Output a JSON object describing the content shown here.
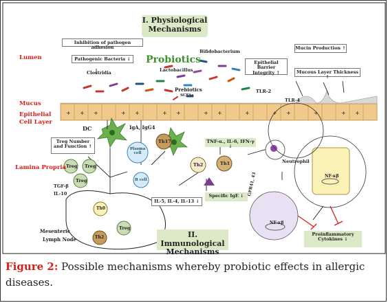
{
  "titles": {
    "physiological": "I. Physiological Mechanisms",
    "immunological": "II. Immunological Mechanisms"
  },
  "regions": {
    "lumen": "Lumen",
    "mucus": "Mucus",
    "epithelial": "Epithelial Cell Layer",
    "lamina": "Lamina Propria"
  },
  "boxes": {
    "inhibition": "Inhibition of pathogen adhesion",
    "pathogenic": "Pathogenic Bacteria ↓",
    "barrier": "Epithelial Barrier Integrity ↑",
    "mucin": "Mucin Production ↑",
    "mucous_thickness": "Mucous Layer Thickness ↑",
    "treg_number": "Treg Number and Function ↑",
    "cytokines": "TNF-α., IL-6, IFN-γ ↓",
    "specific_ige": "Specific IgE ↓",
    "il_box": "IL-5,  IL-4,  IL-13 ↓",
    "proinflammatory": "Proinflammatory Cytokines ↓"
  },
  "labels": {
    "probiotics": "Probiotics",
    "bifido": "Bifidobacterium",
    "clostridia": "Clostridia",
    "lactobacillus": "Lactobacillus",
    "prebiotics": "Prebiotics",
    "scfas": "SCFAs",
    "tlr2": "TLR-2",
    "tlr4": "TLR-4",
    "dc": "DC",
    "iga": "IgA, IgG4",
    "plasma": "Plasma cell",
    "bcell": "B cell",
    "th17": "Th17",
    "th2": "Th2",
    "th1": "Th1",
    "th0": "Th0",
    "treg": "Treg",
    "tgf": "TGF-β",
    "il10": "IL-10",
    "neutrophil": "Neutrophil",
    "gpr": "GPR41, 43",
    "nfkb": "NF-κβ",
    "mln1": "Mesenteric",
    "mln2": "Lymph Node"
  },
  "caption": {
    "figure_label": "Figure 2:",
    "text": " Possible mechanisms whereby probiotic effects in allergic diseases."
  },
  "colors": {
    "region_red": "#d91e18",
    "probiotic_green": "#3f8f2a",
    "title_box": "#dbe9c6",
    "epithelium": "#f1c98a",
    "treg_fill": "#c9ddb4",
    "nf_cell": "#fbf2b6"
  }
}
